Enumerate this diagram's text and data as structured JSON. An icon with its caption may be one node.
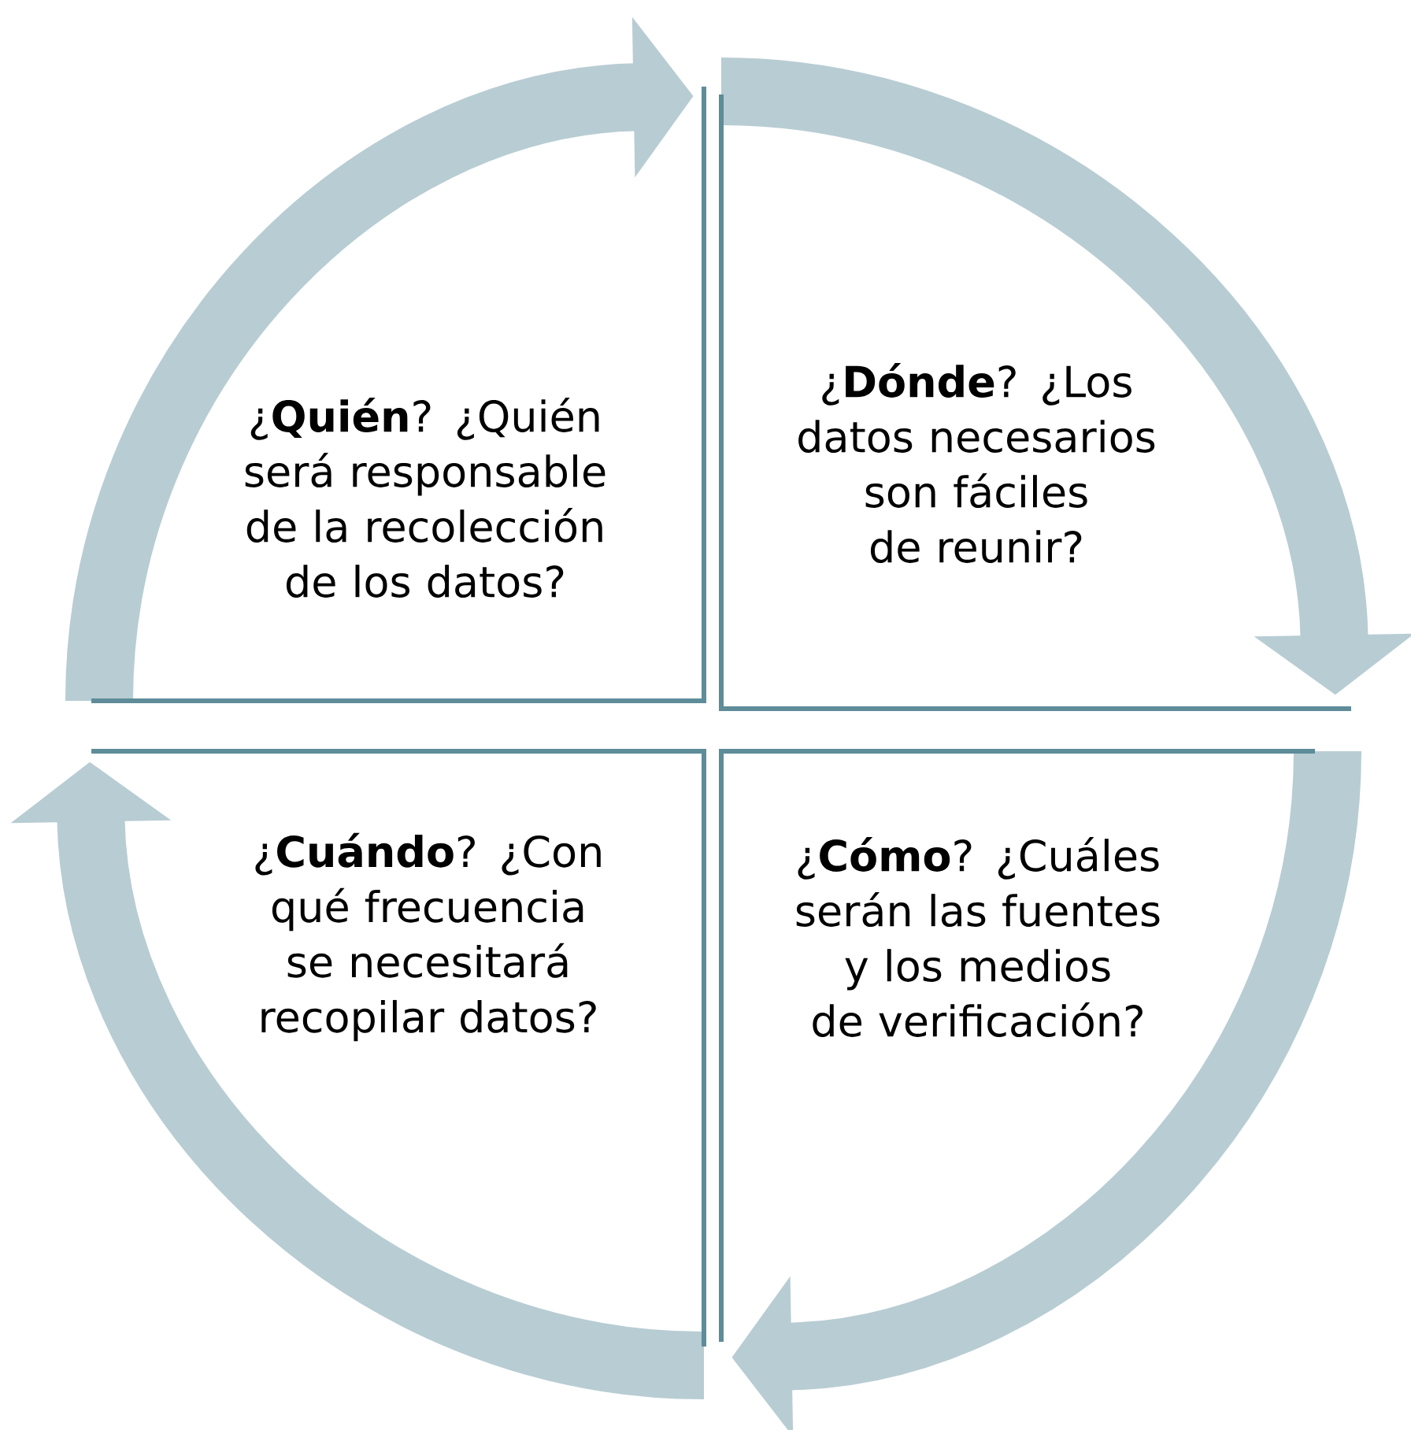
{
  "diagram": {
    "nodes": [
      {
        "text": [
          "¿**Quién**? ¿Quién será responsable de la recolección de los datos?"
        ]
      },
      {
        "text": [
          "¿**Dónde**? ¿Los datos necesarios son fáciles de reunir?"
        ]
      },
      {
        "text": [
          "¿**Cómo**? ¿Cuáles serán las fuentes y los medios de verificación?"
        ]
      },
      {
        "text": [
          "¿**Cuándo**? ¿Con qué frecuencia se necesitará recopilar datos?"
        ]
      }
    ]
  }
}
